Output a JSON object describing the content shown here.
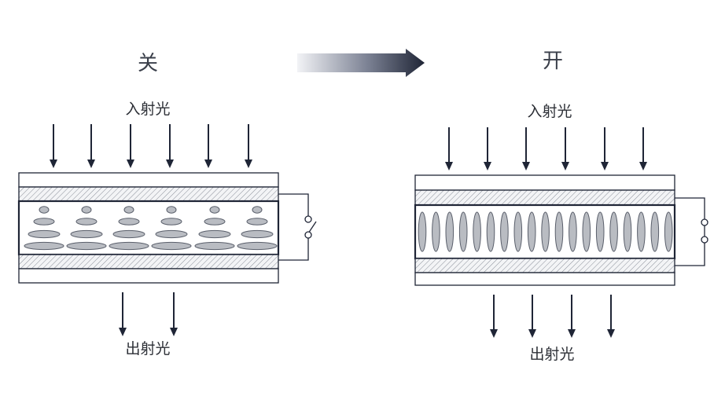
{
  "states": {
    "off_label": "关",
    "on_label": "开"
  },
  "light": {
    "incident": "入射光",
    "emergent": "出射光"
  },
  "colors": {
    "ink": "#1f2536",
    "crystal": "#b9bcc2",
    "transition_arrow_dark": "#1f2536",
    "transition_arrow_light": "#e9ebef"
  },
  "icons": {
    "transition": "right-arrow-icon",
    "switch_open": "switch-open-icon",
    "switch_closed": "switch-closed-icon"
  }
}
